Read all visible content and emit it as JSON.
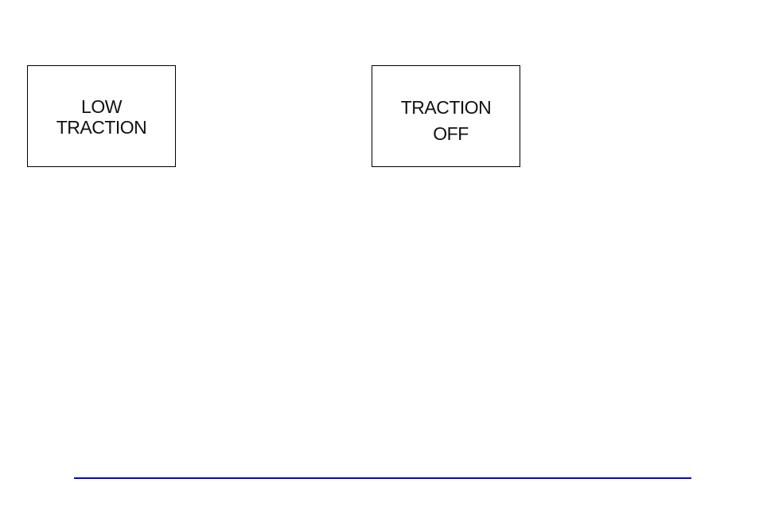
{
  "indicators": [
    {
      "id": "low-traction",
      "lines": [
        "LOW",
        "TRACTION"
      ],
      "text": "LOW\nTRACTION"
    },
    {
      "id": "traction-off",
      "lines": [
        "TRACTION",
        "OFF"
      ]
    }
  ],
  "colors": {
    "box_border": "#000000",
    "text": "#111111",
    "footer_rule": "#0000e6",
    "background": "#ffffff"
  }
}
